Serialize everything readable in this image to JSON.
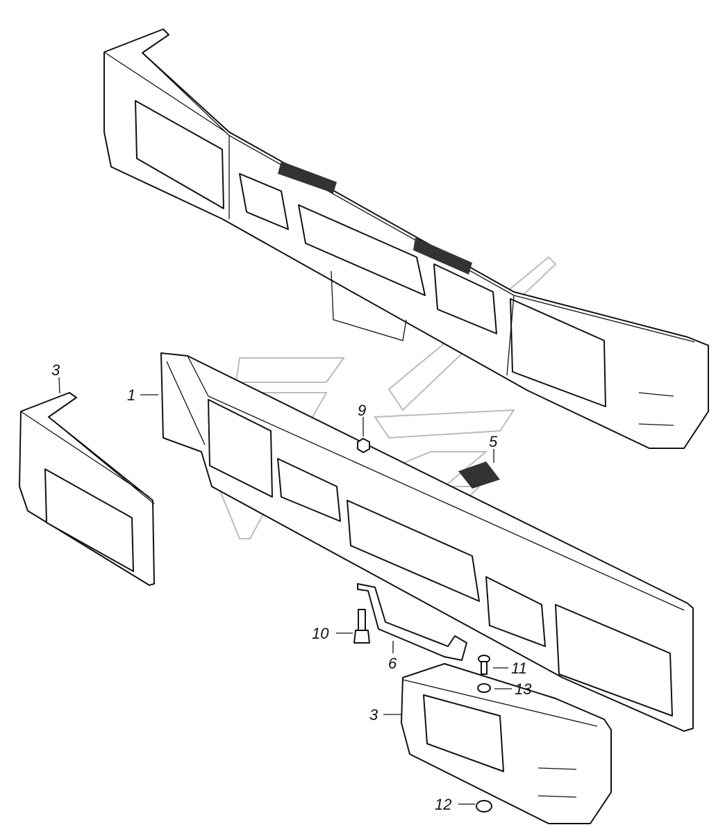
{
  "diagram": {
    "type": "exploded parts diagram",
    "callouts": [
      {
        "id": "end-left",
        "label": "3"
      },
      {
        "id": "bumper-center",
        "label": "1"
      },
      {
        "id": "nut",
        "label": "9"
      },
      {
        "id": "reflector-sticker",
        "label": "5"
      },
      {
        "id": "bolt",
        "label": "10"
      },
      {
        "id": "bracket",
        "label": "6"
      },
      {
        "id": "screw",
        "label": "11"
      },
      {
        "id": "washer",
        "label": "13"
      },
      {
        "id": "end-right",
        "label": "3"
      },
      {
        "id": "cap-nut",
        "label": "12"
      }
    ]
  }
}
